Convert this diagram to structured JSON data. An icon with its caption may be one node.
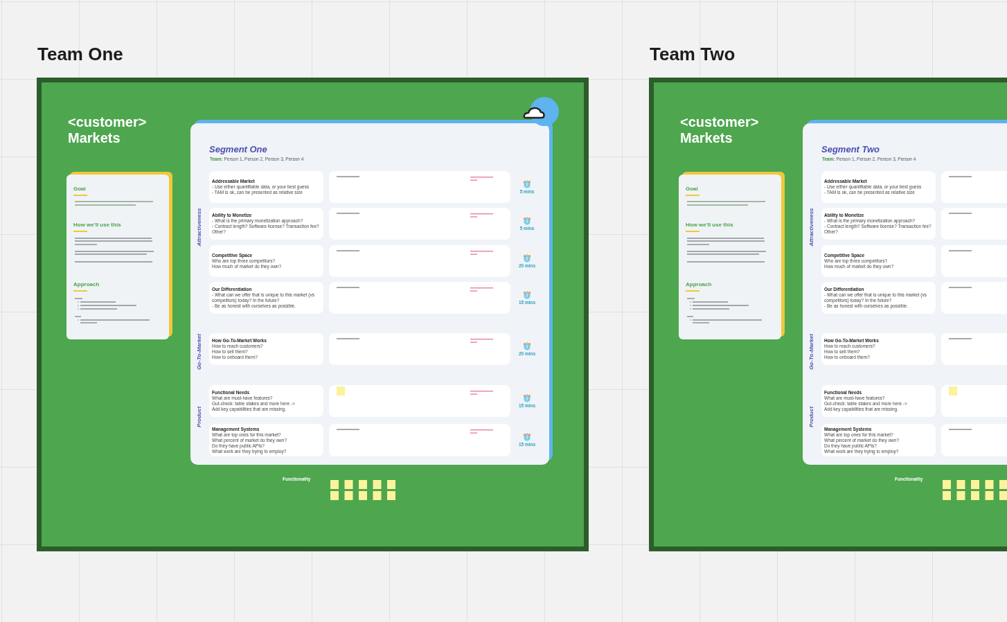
{
  "diagram": {
    "nodes": [
      {
        "text": [
          "Team One",
          "<customer> Markets",
          "Functionality"
        ]
      },
      {
        "text": [
          "Goal",
          "How we'll use this",
          "Approach"
        ],
        "in": 0
      },
      {
        "text": [
          "Segment One",
          "**Team:** Person 1, Person 2, Person 3, Person 4",
          "Attractiveness",
          "Go-To-Market",
          "Product"
        ],
        "in": 0
      },
      {
        "text": [
          "Addressable Market",
          "- Use either quantifiable data, or your best guess",
          "- TAM is ok, can be presented as relative size"
        ],
        "in": 2
      },
      {
        "text": [],
        "shape": "box",
        "in": 2,
        "beside": [
          "5 mins"
        ]
      },
      {
        "text": [
          "Ability to Monetize",
          "- What is the primary monetization approach?",
          "- Contract length? Software license? Transaction fee? Other?"
        ],
        "in": 2
      },
      {
        "text": [],
        "shape": "box",
        "in": 2,
        "beside": [
          "5 mins"
        ]
      },
      {
        "text": [
          "Competitive Space",
          "Who are top three competitors?",
          "How much of market do they own?"
        ],
        "in": 2
      },
      {
        "text": [],
        "shape": "box",
        "in": 2,
        "beside": [
          "20 mins"
        ]
      },
      {
        "text": [
          "Our Differentiation",
          "- What can we offer that is unique to this market (vs competitors) today? In the future?",
          "- Be as honest with ourselves as possible."
        ],
        "in": 2
      },
      {
        "text": [],
        "shape": "box",
        "in": 2,
        "beside": [
          "15 mins"
        ]
      },
      {
        "text": [
          "How Go-To-Market Works",
          "How to reach customers?",
          "How to sell them?",
          "How to onboard them?"
        ],
        "in": 2
      },
      {
        "text": [],
        "shape": "box",
        "in": 2,
        "beside": [
          "20 mins"
        ]
      },
      {
        "text": [
          "Functional Needs",
          "What are must-have features?",
          "Gut-check: table stakes and more here ->",
          "Add key capabilities that are missing."
        ],
        "in": 2
      },
      {
        "text": [],
        "shape": "box",
        "in": 2,
        "beside": [
          "15 mins"
        ]
      },
      {
        "text": [
          "Management Systems",
          "What are top ones for this market?",
          "What percent of market do they own?",
          "Do they have public APIs?",
          "What work are they trying to employ?"
        ],
        "in": 2
      },
      {
        "text": [],
        "shape": "box",
        "in": 2,
        "beside": [
          "15 mins"
        ]
      },
      {
        "text": [
          "Team Two",
          "<customer> Markets",
          "Functionality"
        ]
      },
      {
        "text": [
          "Goal",
          "How we'll use this",
          "Approach"
        ],
        "in": 17
      },
      {
        "text": [
          "Segment Two",
          "**Team:** Person 1, Person 2, Person 3, Person 4",
          "Attractiveness",
          "Go-To-Market",
          "Product"
        ],
        "in": 17
      },
      {
        "text": [
          "Addressable Market",
          "- Use either quantifiable data, or your best guess",
          "- TAM is ok, can be presented as relative size"
        ],
        "in": 19
      },
      {
        "text": [],
        "shape": "box",
        "in": 19
      },
      {
        "text": [
          "Ability to Monetize",
          "- What is the primary monetization approach?",
          "- Contract length? Software license? Transaction fee? Other?"
        ],
        "in": 19
      },
      {
        "text": [],
        "shape": "box",
        "in": 19
      },
      {
        "text": [
          "Competitive Space",
          "Who are top three competitors?",
          "How much of market do they own?"
        ],
        "in": 19
      },
      {
        "text": [],
        "shape": "box",
        "in": 19
      },
      {
        "text": [
          "Our Differentiation",
          "- What can we offer that is unique to this market (vs competitors) today? In the future?",
          "- Be as honest with ourselves as possible."
        ],
        "in": 19
      },
      {
        "text": [],
        "shape": "box",
        "in": 19
      },
      {
        "text": [
          "How Go-To-Market Works",
          "How to reach customers?",
          "How to sell them?",
          "How to onboard them?"
        ],
        "in": 19
      },
      {
        "text": [],
        "shape": "box",
        "in": 19
      },
      {
        "text": [
          "Functional Needs",
          "What are must-have features?",
          "Gut-check: table stakes and more here ->",
          "Add key capabilities that are missing."
        ],
        "in": 19
      },
      {
        "text": [],
        "shape": "box",
        "in": 19
      },
      {
        "text": [
          "Management Systems",
          "What are top ones for this market?",
          "What percent of market do they own?",
          "Do they have public APIs?",
          "What work are they trying to employ?"
        ],
        "in": 19
      },
      {
        "text": [],
        "shape": "box",
        "in": 19
      }
    ]
  }
}
